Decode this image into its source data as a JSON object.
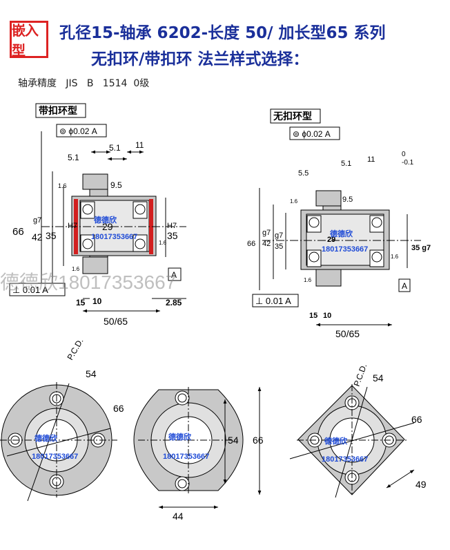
{
  "header": {
    "badge": "嵌入型",
    "title_line1": "孔径15-轴承 6202-长度 50/  加长型65 系列",
    "title_line2": "无扣环/带扣环 法兰样式选择：",
    "precision": "轴承精度   JIS   B   1514  0级"
  },
  "views": {
    "left_label": "带扣环型",
    "right_label": "无扣环型"
  },
  "left_dims": {
    "coax": "⊚ ϕ0.02 A",
    "d5_1a": "5.1",
    "d11": "11",
    "d5_1b": "5.1",
    "d9_5": "9.5",
    "r1_6a": "1.6",
    "g7": "g7",
    "d66": "66",
    "d42": "42",
    "d35a": "35",
    "h7a": "H7",
    "d29": "29",
    "d35b": "35",
    "h7b": "H7",
    "r1_6b": "1.6",
    "datum": "A",
    "r1_6c": "1.6",
    "perp": "⊥ 0.01 A",
    "d15": "15",
    "d10": "10",
    "d2_85": "2.85",
    "d50_65": "50/65"
  },
  "right_dims": {
    "coax": "⊚ ϕ0.02 A",
    "d5_5": "5.5",
    "d5_1": "5.1",
    "d11": "11",
    "tol0": "0",
    "tol01": "-0.1",
    "d9_5": "9.5",
    "r1_6a": "1.6",
    "d66": "66",
    "d42": "42",
    "g7a": "g7",
    "d35a": "35",
    "g7b": "g7",
    "d35b": "35",
    "d29": "29",
    "d35g7": "35 g7",
    "r1_6b": "1.6",
    "r1_6c": "1.6",
    "datum": "A",
    "perp": "⊥ 0.01 A",
    "d15": "15",
    "d10": "10",
    "d50_65": "50/65"
  },
  "flange_dims": {
    "pcd1": "P.C.D.",
    "d54a": "54",
    "d66a": "66",
    "d54b": "54",
    "d66b": "66",
    "d44": "44",
    "pcd3": "P.C.D.",
    "d54c": "54",
    "d66c": "66",
    "d49": "49"
  },
  "watermark": {
    "big": "德德欣18017353667",
    "small_name": "德德欣",
    "small_phone": "18017353667"
  },
  "colors": {
    "title": "#1a2f9a",
    "badge": "#dd2222",
    "part_fill": "#c8c8c8",
    "watermark_blue": "#1f4bd6",
    "snap_ring": "#d21f1f"
  }
}
